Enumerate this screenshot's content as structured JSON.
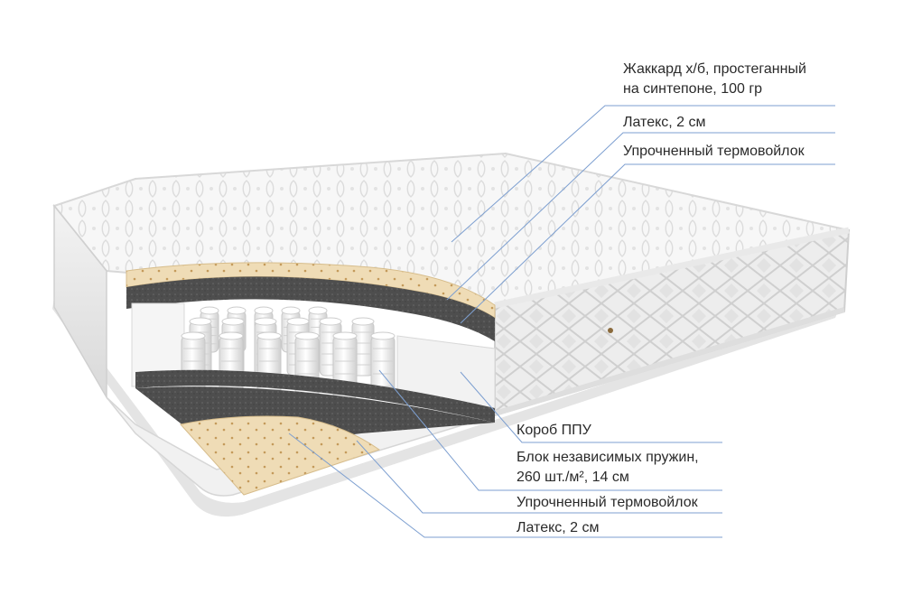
{
  "labels": {
    "top": [
      {
        "line1": "Жаккард х/б, простеганный",
        "line2": "на синтепоне, 100 гр"
      },
      {
        "line1": "Латекс, 2 см"
      },
      {
        "line1": "Упрочненный термовойлок"
      }
    ],
    "bottom": [
      {
        "line1": "Короб ППУ"
      },
      {
        "line1": "Блок независимых пружин,",
        "line2": "260 шт./м², 14 см"
      },
      {
        "line1": "Упрочненный термовойлок"
      },
      {
        "line1": "Латекс, 2 см"
      }
    ]
  },
  "colors": {
    "leader_line": "#7d9fd0",
    "latex": "#efdcb6",
    "felt": "#4e4e4e",
    "fabric": "#f4f4f4",
    "text": "#2a2a2a"
  }
}
